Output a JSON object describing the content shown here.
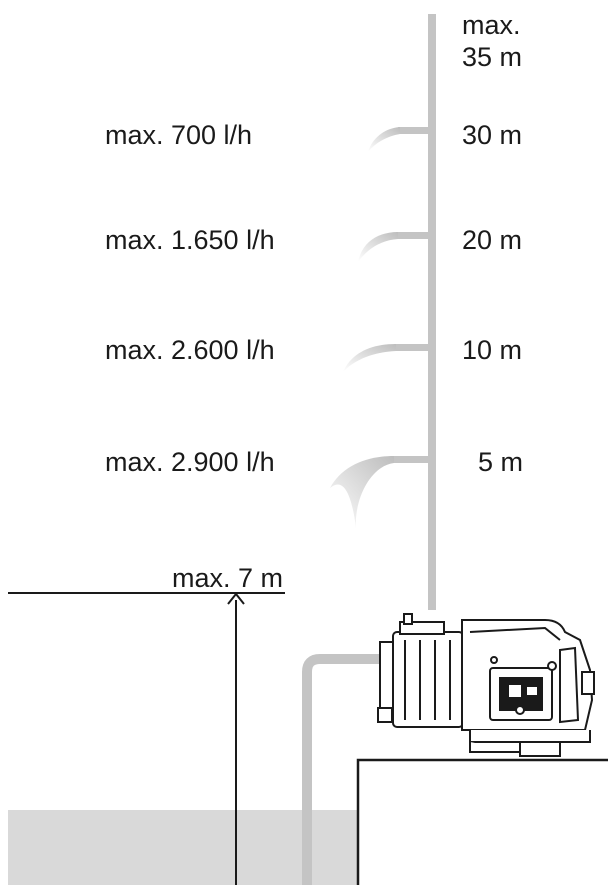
{
  "diagram": {
    "top_label_line1": "max.",
    "top_label_line2": "35 m",
    "levels": [
      {
        "height": "30 m",
        "flow": "max. 700 l/h"
      },
      {
        "height": "20 m",
        "flow": "max. 1.650 l/h"
      },
      {
        "height": "10 m",
        "flow": "max. 2.600 l/h"
      },
      {
        "height": "5 m",
        "flow": "max. 2.900 l/h"
      }
    ],
    "suction_label": "max. 7 m",
    "colors": {
      "pipe": "#c4c4c4",
      "water": "#d9d9d9",
      "line": "#1a1a1a",
      "text": "#1a1a1a"
    }
  }
}
